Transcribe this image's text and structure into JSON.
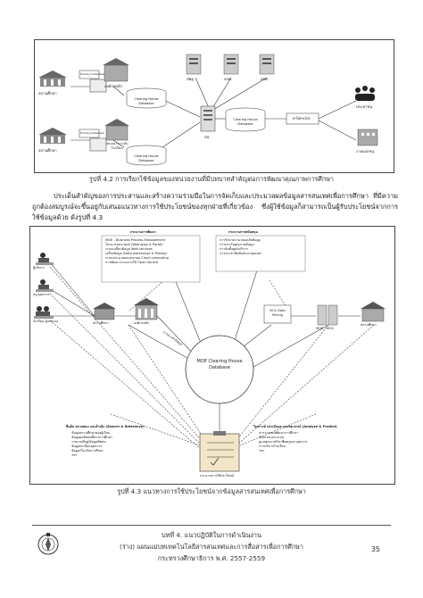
{
  "figure1": {
    "labels": {
      "school": "สถานศึกษา",
      "primary_db": "Primary Database",
      "agency_main": "องค์กรหลัก",
      "school2": "สถานศึกษา",
      "primary_db2": "Primary Database",
      "agency_unit": "หน่วยงาน ระดับโรงเรียน",
      "chdb_left_top": "Clearing House Database",
      "chdb_left_bottom": "Clearing House Database",
      "ch_center": "Clearing House Database",
      "center_unit": "สป.",
      "srv1": "สพฐ.",
      "srv2": "สกศ.",
      "srv3": "สอศ.",
      "eservice": "e-Service",
      "people": "ประชาชน",
      "private": "ภาคเอกชน"
    },
    "caption": "รูปที่ 4.2 การเรียกใช้ข้อมูลของหน่วยงานที่มีบทบาทสำคัญต่อการพัฒนาคุณภาพการศึกษา"
  },
  "paragraph": "ประเด็นสำคัญของการประสานและสร้างความร่วมมือในการจัดเก็บและประมวลผลข้อมูลสารสนเทศเพื่อการศึกษา ที่มีความถูกต้องสมบูรณ์จะขึ้นอยู่กับเสนอแนวทางการใช้ประโยชน์ของทุกฝ่ายที่เกี่ยวข้อง ซึ่งผู้ใช้ข้อมูลก็สามารถเป็นผู้รับประโยชน์จากการใช้ข้อมูลด้วย ดังรูปที่ 4.3",
  "figure2": {
    "dev_title": "กระบวนการพัฒนา",
    "dev_items": [
      "MOE - Business Process Management",
      "โปรแกรมประยุกต์ (Web apps & Portal)",
      "ระบบเปลี่ยนข้อมูล Web services",
      "เครื่องข้อมูล (Data warehouse & Mining)",
      "ระบบประมวลผลแบบกลุ่ม Cloud computing",
      "การพัฒนาระบบการใช้ Open Source"
    ],
    "support_title": "กระบวนการสนับสนุน",
    "support_items": [
      "การรักษาความปลอดภัยข้อมูล",
      "การประกันคุณภาพข้อมูล",
      "การจัดตั้งศูนย์บริการ",
      "การประชาสัมพันธ์และเผยแพร่"
    ],
    "users": [
      "ผู้บริหาร",
      "ครู/บุคลากร",
      "นักเรียน ผู้ปกครอง"
    ],
    "school": "สถานศึกษา",
    "agency": "องค์กรหลัก",
    "collect": "การนำเข้าข้อมูล",
    "bi": "BI & Data Mining",
    "moe_moc": "MOE - MOC",
    "education_unit": "สถานศึกษา",
    "center_db": "MOE Clearing House Database",
    "search_title": "สืบค้น ตรวจสอบ และอ้างอิง (Search & Reference)",
    "search_items": [
      "ข้อมูลสถานศึกษาของผู้เรียน",
      "ข้อมูลผลสัมฤทธิ์ทางการศึกษา",
      "รายงานที่อยู่/ข้อมูลติดต่อ",
      "ข้อมูลทะเบียนบุคลากร",
      "ข้อมูลเกี่ยวกับการศึกษา",
      "ฯลฯ"
    ],
    "analyze_title": "วิเคราะห์ ประเมินผล และพยากรณ์ (Analyze & Predict)",
    "analyze_items": [
      "การวางแผนพัฒนาการศึกษา",
      "จัดสรรงบประมาณ",
      "ดูแลคุณภาพวิชาชีพครูและบุคลากร",
      "การบริหารโรงเรียน",
      "ฯลฯ"
    ],
    "doc_label": "กระบวนการใช้ประโยชน์",
    "caption": "รูปที่ 4.3 แนวทางการใช้ประโยชน์จากข้อมูลสารสนเทศเพื่อการศึกษา"
  },
  "footer": {
    "line1": "บทที่ 4. แนวปฏิบัติในการดำเนินงาน",
    "line2": "(ร่าง) แผนแม่บทเทคโนโลยีสารสนเทศและการสื่อสารเพื่อการศึกษา",
    "line3": "กระทรวงศึกษาธิการ พ.ศ. 2557-2559",
    "page": "35"
  }
}
